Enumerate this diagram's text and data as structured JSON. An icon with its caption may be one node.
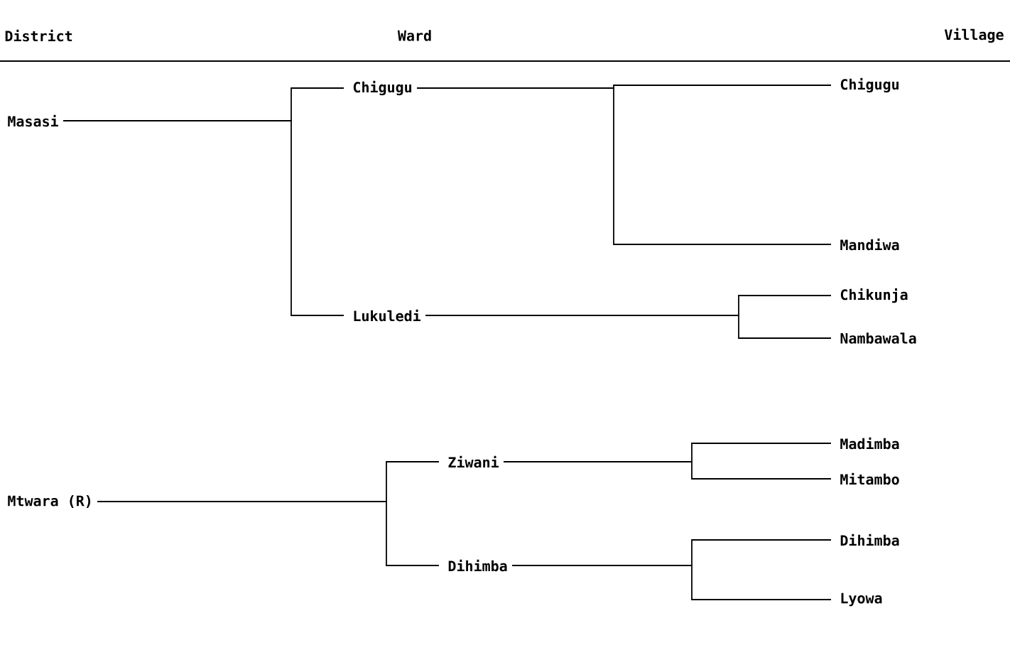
{
  "diagram": {
    "nodes": [
      {
        "text": [
          "Masasi"
        ]
      },
      {
        "text": [
          "Chigugu"
        ]
      },
      {
        "text": [
          "Lukuledi"
        ]
      },
      {
        "text": [
          "Chigugu"
        ]
      },
      {
        "text": [
          "Mandiwa"
        ]
      },
      {
        "text": [
          "Chikunja"
        ]
      },
      {
        "text": [
          "Nambawala"
        ]
      },
      {
        "text": [
          "Mtwara (R)"
        ]
      },
      {
        "text": [
          "Ziwani"
        ]
      },
      {
        "text": [
          "Dihimba"
        ]
      },
      {
        "text": [
          "Madimba"
        ]
      },
      {
        "text": [
          "Mitambo"
        ]
      },
      {
        "text": [
          "Dihimba"
        ]
      },
      {
        "text": [
          "Lyowa"
        ]
      }
    ],
    "edges": [
      {
        "from": 0,
        "to": 1,
        "arrow": "none"
      },
      {
        "from": 0,
        "to": 2,
        "arrow": "none"
      },
      {
        "from": 1,
        "to": 3,
        "arrow": "none"
      },
      {
        "from": 1,
        "to": 4,
        "arrow": "none"
      },
      {
        "from": 2,
        "to": 5,
        "arrow": "none"
      },
      {
        "from": 2,
        "to": 6,
        "arrow": "none"
      },
      {
        "from": 7,
        "to": 8,
        "arrow": "none"
      },
      {
        "from": 7,
        "to": 9,
        "arrow": "none"
      },
      {
        "from": 8,
        "to": 10,
        "arrow": "none"
      },
      {
        "from": 8,
        "to": 11,
        "arrow": "none"
      },
      {
        "from": 9,
        "to": 12,
        "arrow": "none"
      },
      {
        "from": 9,
        "to": 13,
        "arrow": "none"
      }
    ],
    "labels": [
      "District",
      "Ward",
      "Village"
    ]
  }
}
